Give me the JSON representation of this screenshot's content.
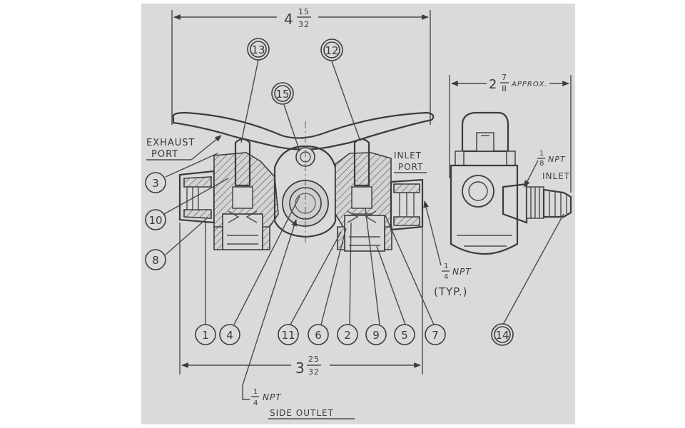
{
  "colors": {
    "paper": "#dadada",
    "ink": "#3c3c3c"
  },
  "dimensions": {
    "overall_width": "4",
    "overall_width_frac_num": "15",
    "overall_width_frac_den": "32",
    "port_spacing": "3",
    "port_spacing_frac_num": "25",
    "port_spacing_frac_den": "32",
    "side_width": "2",
    "side_width_frac_num": "7",
    "side_width_frac_den": "8",
    "side_width_note": "APPROX."
  },
  "labels": {
    "exhaust_port_1": "EXHAUST",
    "exhaust_port_2": "PORT",
    "inlet_port_1": "INLET",
    "inlet_port_2": "PORT",
    "npt_typ_num": "1",
    "npt_typ_den": "4",
    "npt_typ": "NPT",
    "typ": "(TYP.)",
    "side_outlet_num": "1",
    "side_outlet_den": "4",
    "side_outlet_npt": "NPT",
    "side_outlet": "SIDE OUTLET",
    "inlet_npt_num": "1",
    "inlet_npt_den": "8",
    "inlet_npt": "NPT",
    "inlet": "INLET"
  },
  "callouts": {
    "c1": "1",
    "c2": "2",
    "c3": "3",
    "c4": "4",
    "c5": "5",
    "c6": "6",
    "c7": "7",
    "c8": "8",
    "c9": "9",
    "c10": "10",
    "c11": "11",
    "c12": "12",
    "c13": "13",
    "c14": "14",
    "c15": "15"
  }
}
